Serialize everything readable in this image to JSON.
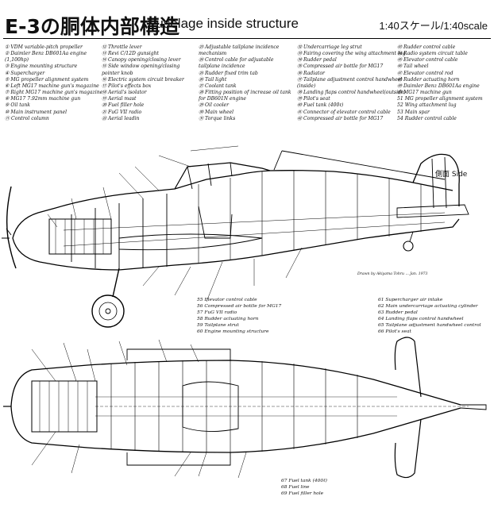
{
  "header": {
    "title": "E-3の胴体内部構造",
    "subtitle": "Fuselage inside structure",
    "scale": "1:40スケール/1:40scale"
  },
  "legend_columns": [
    [
      "① VDM variable-pitch propeller",
      "② Daimler Benz DB601Aa engine",
      "   (1,100hp)",
      "③ Engine mounting structure",
      "④ Supercharger",
      "⑤ MG propeller alignment system",
      "⑥ Left MG17 machine gun's magazine",
      "⑦ Right MG17 machine gun's magazine",
      "⑧ MG17 7.92mm machine gun",
      "⑨ Oil tank",
      "⑩ Main instrument panel",
      "⑪ Control column"
    ],
    [
      "⑫ Throttle lever",
      "⑬ Revi C/12D gunsight",
      "⑭ Canopy opening/closing lever",
      "⑮ Side window opening/closing",
      "    pointer knob",
      "⑯ Electric system circuit breaker",
      "⑰ Pilot's effects box",
      "⑱ Aerial's isolator",
      "⑲ Aerial mast",
      "⑳ Fuel filler hole",
      "㉑ FuG VII radio",
      "㉒ Aerial leadin"
    ],
    [
      "㉓ Adjustable tailplane incidence",
      "    mechanism",
      "㉔ Control cable for adjustable",
      "    tailplane incidence",
      "㉕ Rudder fixed trim tab",
      "㉖ Tail light",
      "㉗ Coolant tank",
      "㉘ Fitting position of increase oil tank",
      "    for DB601N engine",
      "㉙ Oil cooler",
      "㉚ Main wheel",
      "㉛ Torque links"
    ],
    [
      "㉜ Undercarriage leg strut",
      "㉝ Fairing covering the wing attachment lug",
      "㉞ Rudder pedal",
      "㉟ Compressed air bottle for MG17",
      "㊱ Radiator",
      "㊲ Tailplane adjustment control handwheel",
      "    (inside)",
      "㊳ Landing flaps control handwheel(outside)",
      "㊴ Pilot's seat",
      "㊵ Fuel tank (400ℓ)",
      "㊶ Connector of elevator control cable",
      "㊷ Compressed air bottle for MG17"
    ],
    [
      "㊸ Rudder control cable",
      "㊹ Radio system circuit table",
      "㊺ Elevator control cable",
      "㊻ Tail wheel",
      "㊼ Elevator control rod",
      "㊽ Rudder actuating horn",
      "㊾ Daimler Benz DB601Aa engine",
      "㊿ MG17 machine gun",
      "51 MG propeller alignment system",
      "52 Wing attachment lug",
      "53 Main spar",
      "54 Rudder control cable"
    ]
  ],
  "side_view_label": "側面  Side",
  "mid_legend_left": [
    "55 Elevator control cable",
    "56 Compressed air bottle for MG17",
    "57 FuG VII radio",
    "58 Rudder actuating horn",
    "59 Tailplane strut",
    "60 Engine mounting structure"
  ],
  "mid_legend_right": [
    "61 Supercharger air intake",
    "62 Main undercarriage actuating cylinder",
    "63 Rudder pedal",
    "64 Landing flaps control handwheel",
    "65 Tailplane adjustment handwheel control",
    "66 Pilot's seat"
  ],
  "bottom_legend": [
    "67 Fuel tank (400ℓ)",
    "68 Fuel line",
    "69 Fuel filler hole"
  ],
  "credit": "Drawn by Akiyama Tohru ... Jan. 1973"
}
